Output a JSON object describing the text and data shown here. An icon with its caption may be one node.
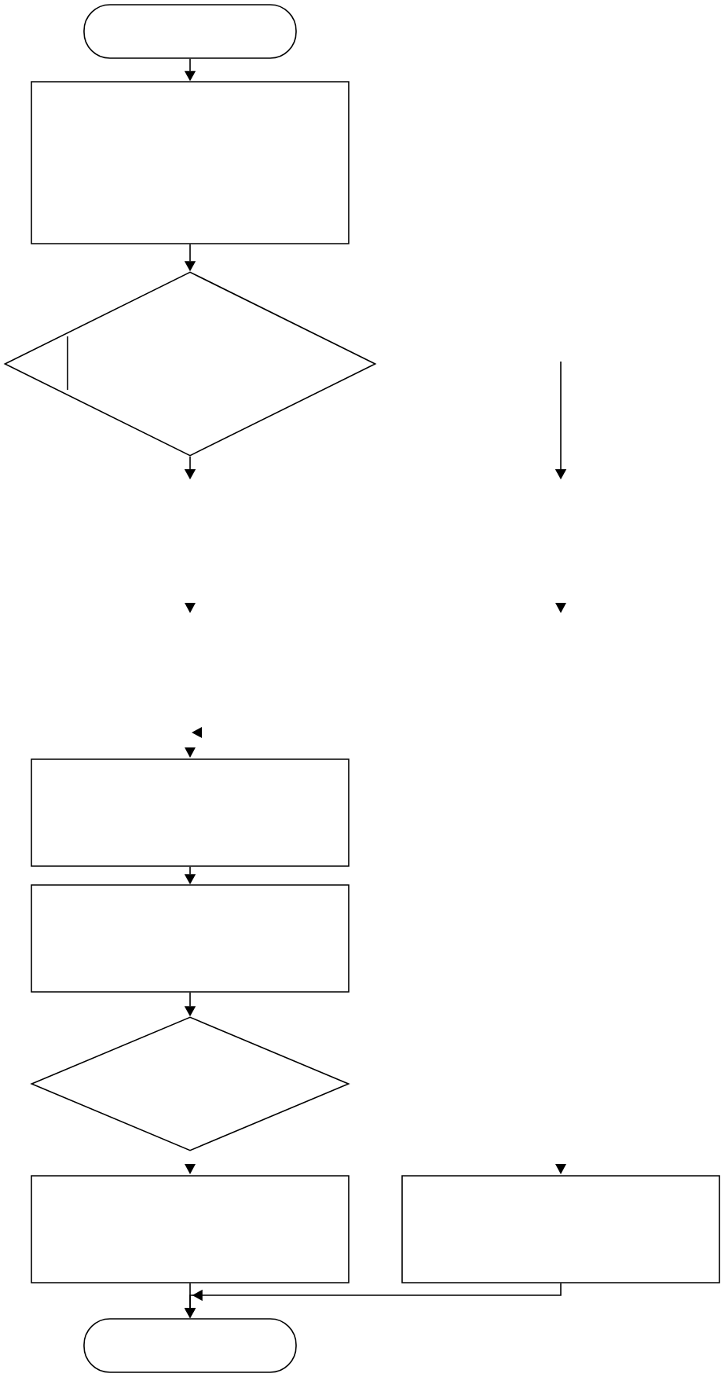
{
  "diagram": {
    "nodes": [
      {
        "text": [],
        "shape": "capsule"
      },
      {
        "text": [],
        "shape": "box"
      },
      {
        "text": [],
        "shape": "diamond"
      },
      {
        "text": [],
        "shape": "box"
      },
      {
        "text": [],
        "shape": "box"
      },
      {
        "text": [],
        "shape": "diamond"
      },
      {
        "text": [],
        "shape": "box"
      },
      {
        "text": [],
        "shape": "box"
      },
      {
        "text": [],
        "shape": "capsule"
      }
    ],
    "edges": [
      {
        "from": 0,
        "to": 1,
        "arrow": "to"
      },
      {
        "from": 1,
        "to": 2,
        "arrow": "to"
      },
      {
        "from": 2,
        "to": null,
        "arrow": "to"
      },
      {
        "from": 3,
        "to": 4,
        "arrow": "to"
      },
      {
        "from": 4,
        "to": 5,
        "arrow": "to"
      },
      {
        "from": 6,
        "to": 8,
        "arrow": "to"
      },
      {
        "from": 7,
        "to": 8,
        "arrow": "to"
      }
    ]
  }
}
